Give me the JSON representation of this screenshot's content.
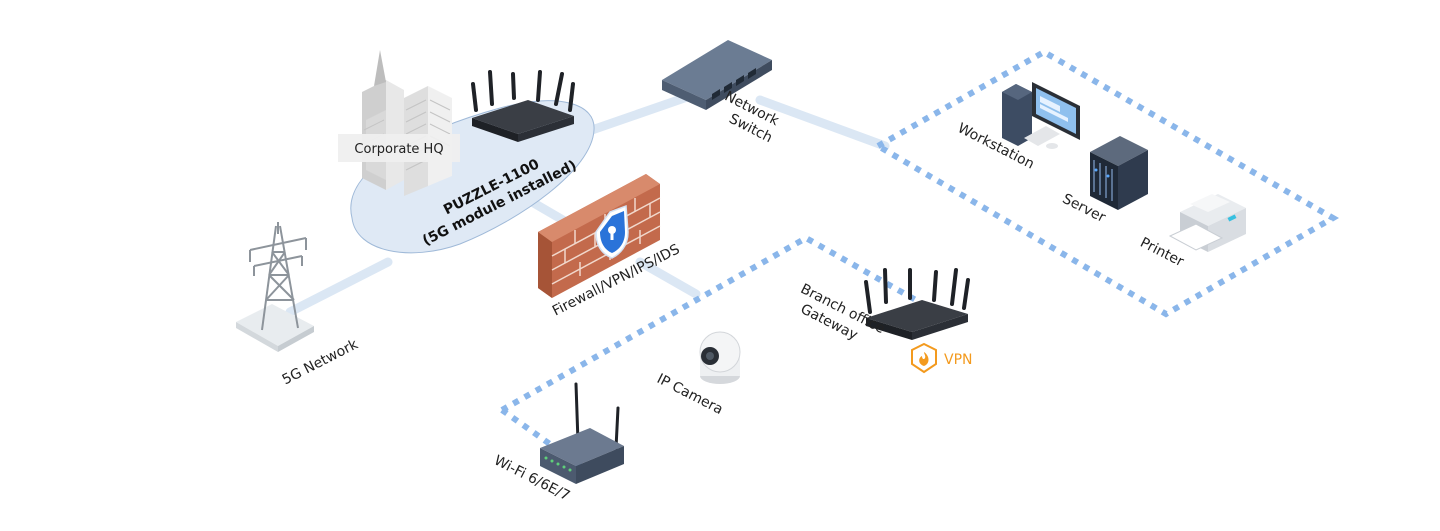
{
  "labels": {
    "corporate_hq": "Corporate HQ",
    "puzzle_line1": "PUZZLE-1100",
    "puzzle_line2": "(5G module installed)",
    "network_switch_line1": "Network",
    "network_switch_line2": "Switch",
    "firewall": "Firewall/VPN/IPS/IDS",
    "network_5g": "5G Network",
    "workstation": "Workstation",
    "server": "Server",
    "printer": "Printer",
    "branch_line1": "Branch office",
    "branch_line2": "Gateway",
    "vpn": "VPN",
    "ip_camera": "IP Camera",
    "wifi": "Wi-Fi 6/6E/7"
  },
  "colors": {
    "link": "#dbe7f4",
    "zone_dots": "#8ab6ea",
    "cloud": "#dfe9f5",
    "device_dark": "#2b2f36",
    "switch_body": "#5a6b82",
    "brick": "#c0684a",
    "vpn_orange": "#f39a1e",
    "shield_blue": "#1a73e8"
  },
  "icons": [
    "tower-icon",
    "building-icon",
    "router-icon",
    "switch-icon",
    "firewall-icon",
    "workstation-icon",
    "server-icon",
    "printer-icon",
    "camera-icon",
    "wifi-ap-icon",
    "vpn-flame-icon"
  ]
}
